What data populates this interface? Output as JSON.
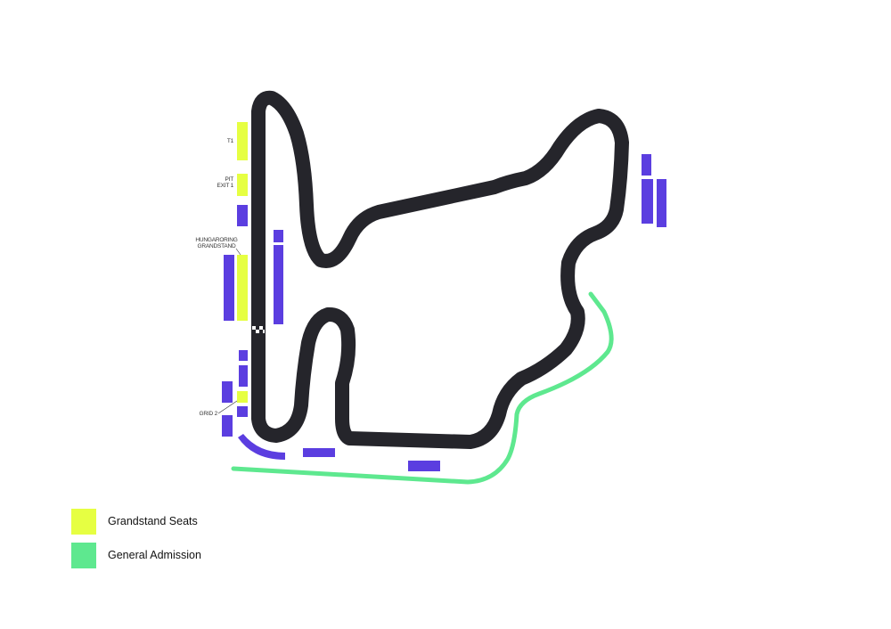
{
  "colors": {
    "track": "#25252b",
    "grandstand": "#e6ff42",
    "general_admission": "#5ee88f",
    "other_stands": "#5b3ee0"
  },
  "labels": {
    "t1": "T1",
    "pit_exit_1_line1": "PIT",
    "pit_exit_1_line2": "EXIT 1",
    "hungaroring_line1": "HUNGARORING",
    "hungaroring_line2": "GRANDSTAND",
    "grid_2": "GRID 2"
  },
  "legend": [
    {
      "label": "Grandstand Seats",
      "color": "#e6ff42"
    },
    {
      "label": "General Admission",
      "color": "#5ee88f"
    }
  ]
}
